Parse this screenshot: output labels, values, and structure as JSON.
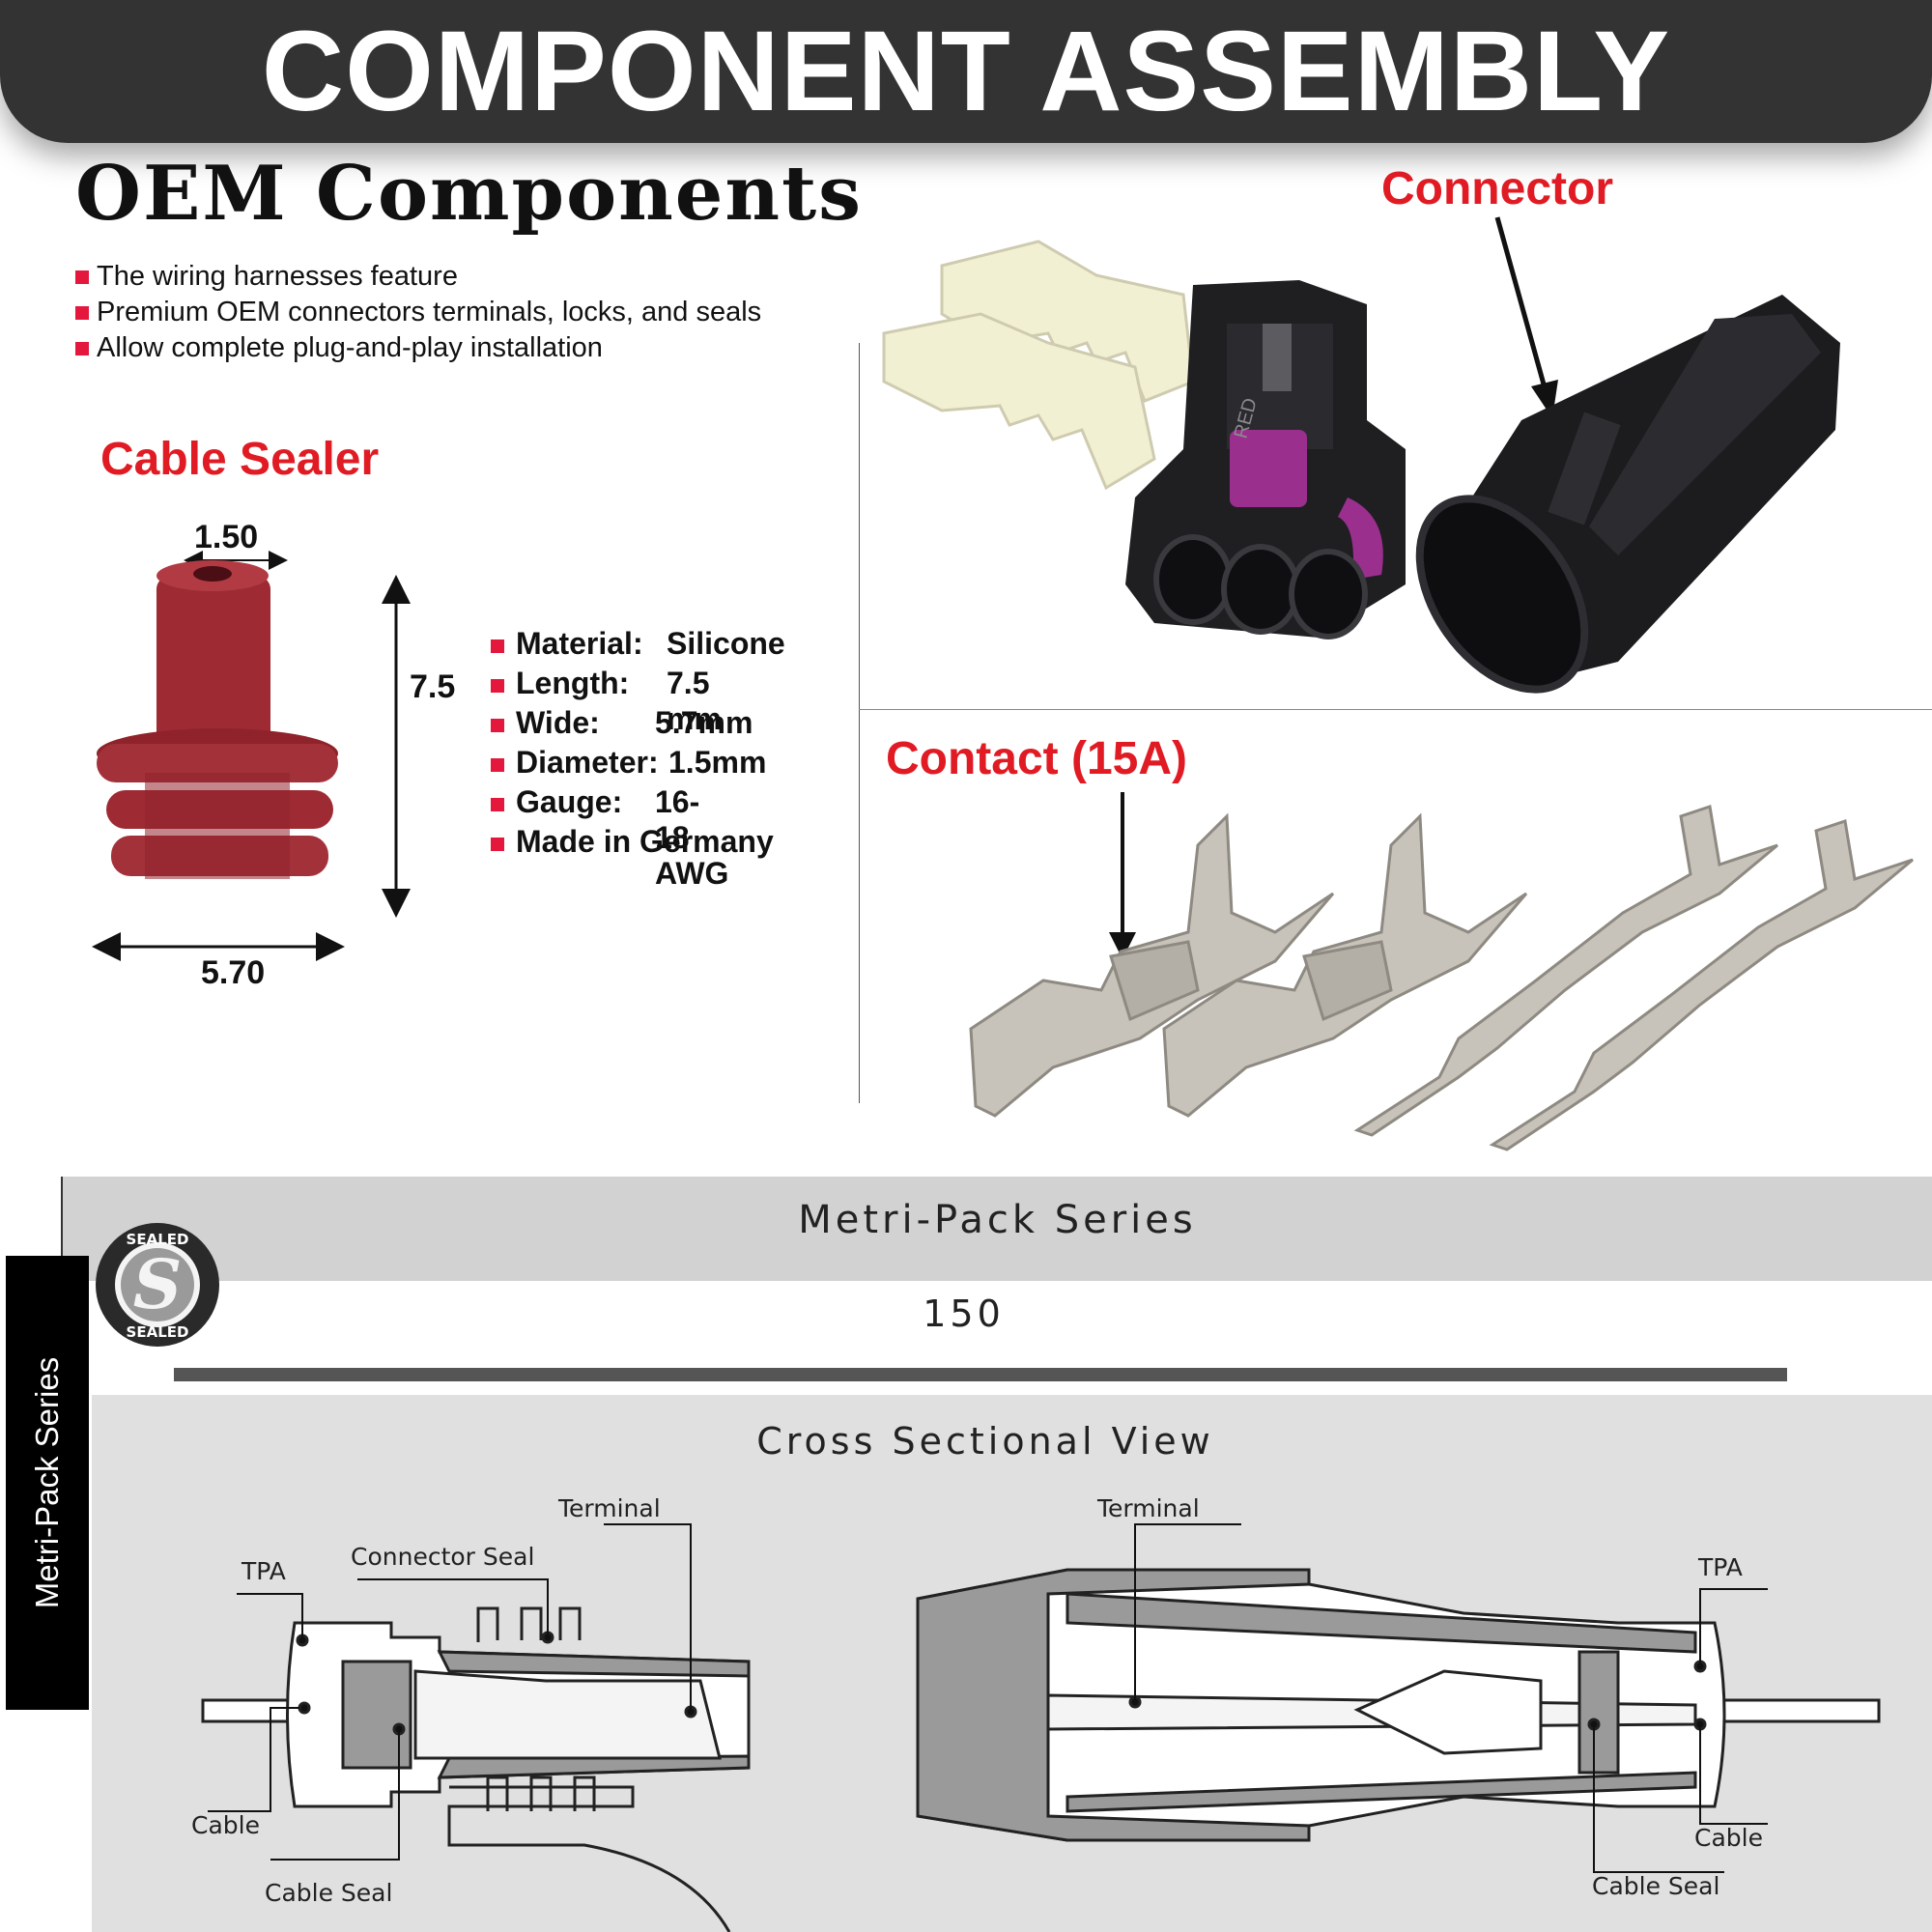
{
  "header": {
    "title": "COMPONENT ASSEMBLY"
  },
  "oem": {
    "title": "OEM Components",
    "features": [
      "The wiring harnesses feature",
      "Premium OEM connectors terminals, locks, and seals",
      "Allow complete plug-and-play installation"
    ]
  },
  "cable_sealer": {
    "heading": "Cable Sealer",
    "dim_top": "1.50",
    "dim_height": "7.5",
    "dim_bottom": "5.70",
    "specs": [
      {
        "label": "Material:",
        "value": "Silicone"
      },
      {
        "label": "Length:",
        "value": "7.5 mm"
      },
      {
        "label": "Wide:",
        "value": "5.7mm"
      },
      {
        "label": "Diameter:",
        "value": "1.5mm"
      },
      {
        "label": "Gauge:",
        "value": "16-18 AWG"
      },
      {
        "label": "Made in Germany",
        "value": ""
      }
    ]
  },
  "connector": {
    "heading": "Connector",
    "housing_text": "RED"
  },
  "contact": {
    "heading": "Contact (15A)"
  },
  "series": {
    "title": "Metri-Pack Series",
    "number": "150",
    "side_label": "Metri-Pack Series",
    "logo_text_top": "SEALED",
    "logo_text_bottom": "SEALED",
    "logo_letter": "S"
  },
  "cross_section": {
    "title": "Cross Sectional View",
    "left_labels": {
      "terminal": "Terminal",
      "connector_seal": "Connector Seal",
      "tpa": "TPA",
      "cable": "Cable",
      "cable_seal": "Cable Seal"
    },
    "right_labels": {
      "terminal": "Terminal",
      "tpa": "TPA",
      "cable": "Cable",
      "cable_seal": "Cable Seal"
    }
  },
  "colors": {
    "banner": "#333333",
    "accent_red": "#e01b23",
    "bullet_red": "#e3183c",
    "seal_red": "#9e2a33",
    "lock_cream": "#f2f0d2",
    "housing_black": "#1f1f22",
    "seal_purple": "#9b2f8e",
    "metal": "#bdb9b0"
  }
}
